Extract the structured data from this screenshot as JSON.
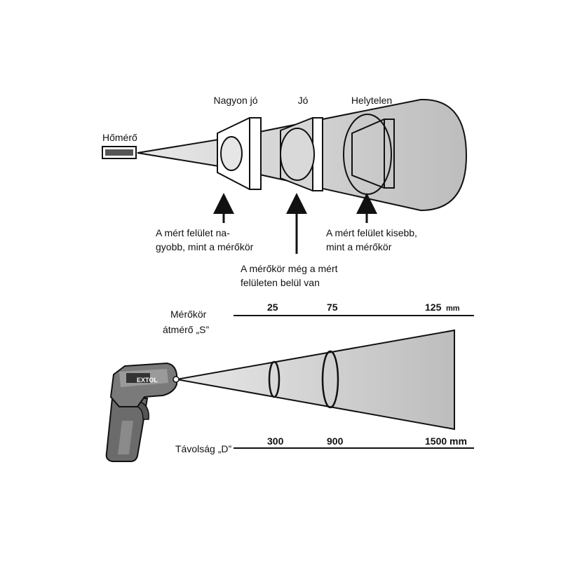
{
  "top": {
    "thermometer_label": "Hőmérő",
    "zone_labels": {
      "very_good": "Nagyon jó",
      "good": "Jó",
      "incorrect": "Helytelen"
    },
    "notes": {
      "very_good": [
        "A mért felület na-",
        "gyobb, mint a mérőkör"
      ],
      "good": [
        "A mérőkör még a mért",
        "felületen belül van"
      ],
      "incorrect": [
        "A mért felület kisebb,",
        "mint a mérőkör"
      ]
    }
  },
  "bottom": {
    "brand": "EXTOL",
    "spot_label": [
      "Mérőkör",
      "átmérő „S”"
    ],
    "distance_label": "Távolság „D”",
    "spot_values": [
      "25",
      "75",
      "125"
    ],
    "spot_unit": "mm",
    "distance_values": [
      "300",
      "900",
      "1500 mm"
    ]
  },
  "colors": {
    "beam_fill": "#cfcfcf",
    "ink": "#111111",
    "device_body": "#6b6b6b"
  }
}
